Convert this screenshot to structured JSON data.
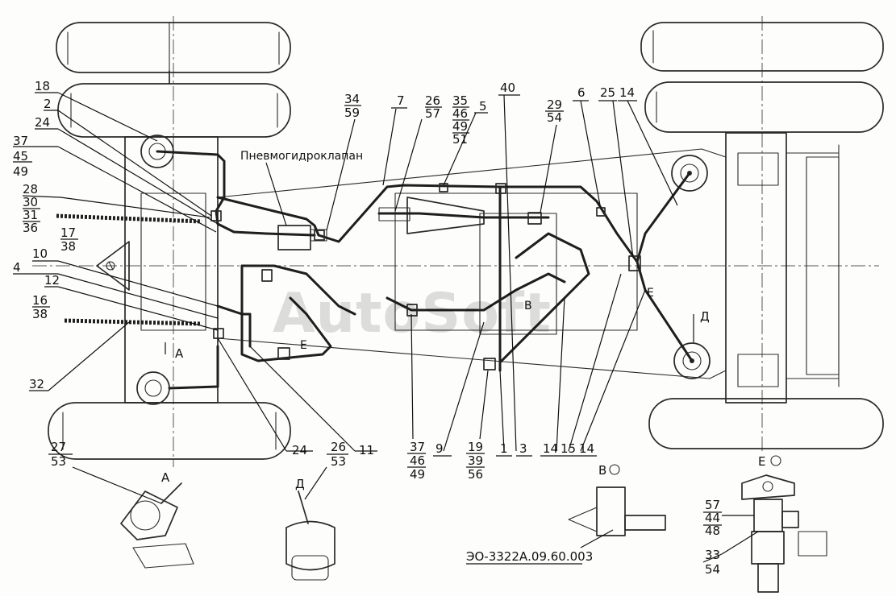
{
  "valve_label": "Пневмогидроклапан",
  "watermark": "AutoSoft",
  "drawing_code": "ЭО-3322А.09.60.003",
  "view_labels": {
    "A_main": "А",
    "D_main": "Д",
    "E_main": "Е",
    "E_right": "Е",
    "V_main": "В",
    "A_detail": "А",
    "D_detail": "Д",
    "V_title": "В",
    "E_title": "Е"
  },
  "callouts": {
    "c18": [
      "18"
    ],
    "c2": [
      "2"
    ],
    "c24a": [
      "24"
    ],
    "c37a": [
      "37",
      "45",
      "49"
    ],
    "c28": [
      "28",
      "30",
      "31",
      "36"
    ],
    "c17": [
      "17",
      "38"
    ],
    "c10": [
      "10"
    ],
    "c4": [
      "4"
    ],
    "c12": [
      "12"
    ],
    "c16": [
      "16",
      "38"
    ],
    "c32": [
      "32"
    ],
    "c34": [
      "34",
      "59"
    ],
    "c7": [
      "7"
    ],
    "c26a": [
      "26",
      "57"
    ],
    "c35": [
      "35",
      "46",
      "49",
      "51"
    ],
    "c5": [
      "5"
    ],
    "c40": [
      "40"
    ],
    "c29": [
      "29",
      "54"
    ],
    "c6": [
      "6"
    ],
    "c25": [
      "25"
    ],
    "c14a": [
      "14"
    ],
    "c24b": [
      "24"
    ],
    "c11": [
      "11"
    ],
    "c37b": [
      "37",
      "46",
      "49"
    ],
    "c9": [
      "9"
    ],
    "c19": [
      "19",
      "39",
      "56"
    ],
    "c1": [
      "1"
    ],
    "c3": [
      "3"
    ],
    "c14b": [
      "14"
    ],
    "c15": [
      "15"
    ],
    "c14c": [
      "14"
    ],
    "c27": [
      "27",
      "53"
    ],
    "c26b": [
      "26",
      "53"
    ],
    "c57": [
      "57",
      "44",
      "48"
    ],
    "c33": [
      "33",
      "54"
    ]
  }
}
